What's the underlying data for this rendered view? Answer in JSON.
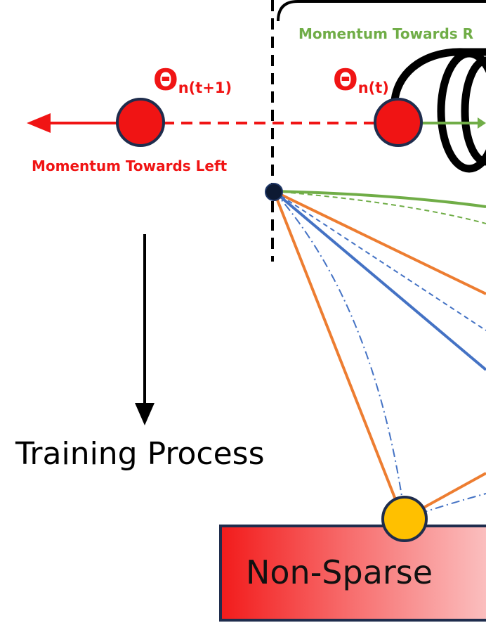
{
  "labels": {
    "momentum_right": "Momentum Towards R",
    "momentum_left": "Momentum Towards Left",
    "theta_next_symbol": "Θ",
    "theta_next_sub": "n(t+1)",
    "theta_curr_symbol": "Θ",
    "theta_curr_sub": "n(t)",
    "training_process": "Training Process",
    "non_sparse": "Non-Sparse"
  },
  "colors": {
    "red": "#f01414",
    "green": "#70ad47",
    "orange": "#ed7d31",
    "blue": "#4472c4",
    "gold": "#ffc000",
    "node_stroke": "#1f2d4d",
    "black": "#000000"
  },
  "icons": [
    "arrow-left-icon",
    "arrow-down-icon",
    "coil-icon"
  ]
}
